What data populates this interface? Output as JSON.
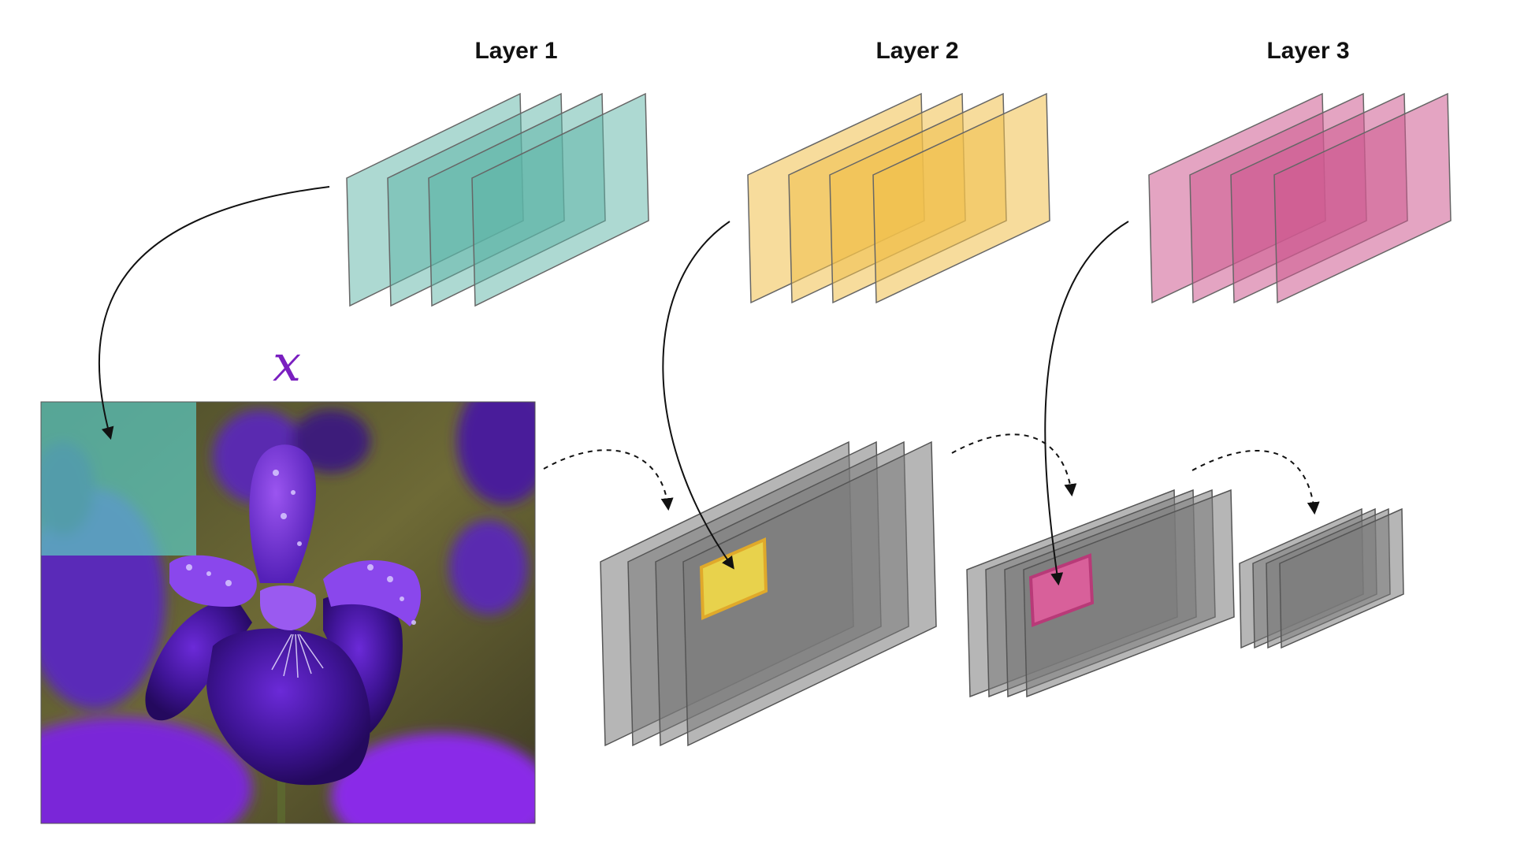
{
  "titles": {
    "layer1": "Layer 1",
    "layer2": "Layer 2",
    "layer3": "Layer 3"
  },
  "input_symbol": "x",
  "input_image": "photo of a purple iris flower with water droplets on a blurred green and purple background",
  "colors": {
    "layer1_filter": "#5bb3a6",
    "layer2_filter": "#f0c04a",
    "layer3_filter": "#cd5a8f",
    "feature_map": "#7a7a7a",
    "layer2_patch": "#e8d24c",
    "layer3_patch": "#d8609a",
    "input_symbol": "#7a1fc0",
    "arrow": "#111111"
  },
  "filters_per_layer": 4,
  "feature_maps_per_layer": 4
}
